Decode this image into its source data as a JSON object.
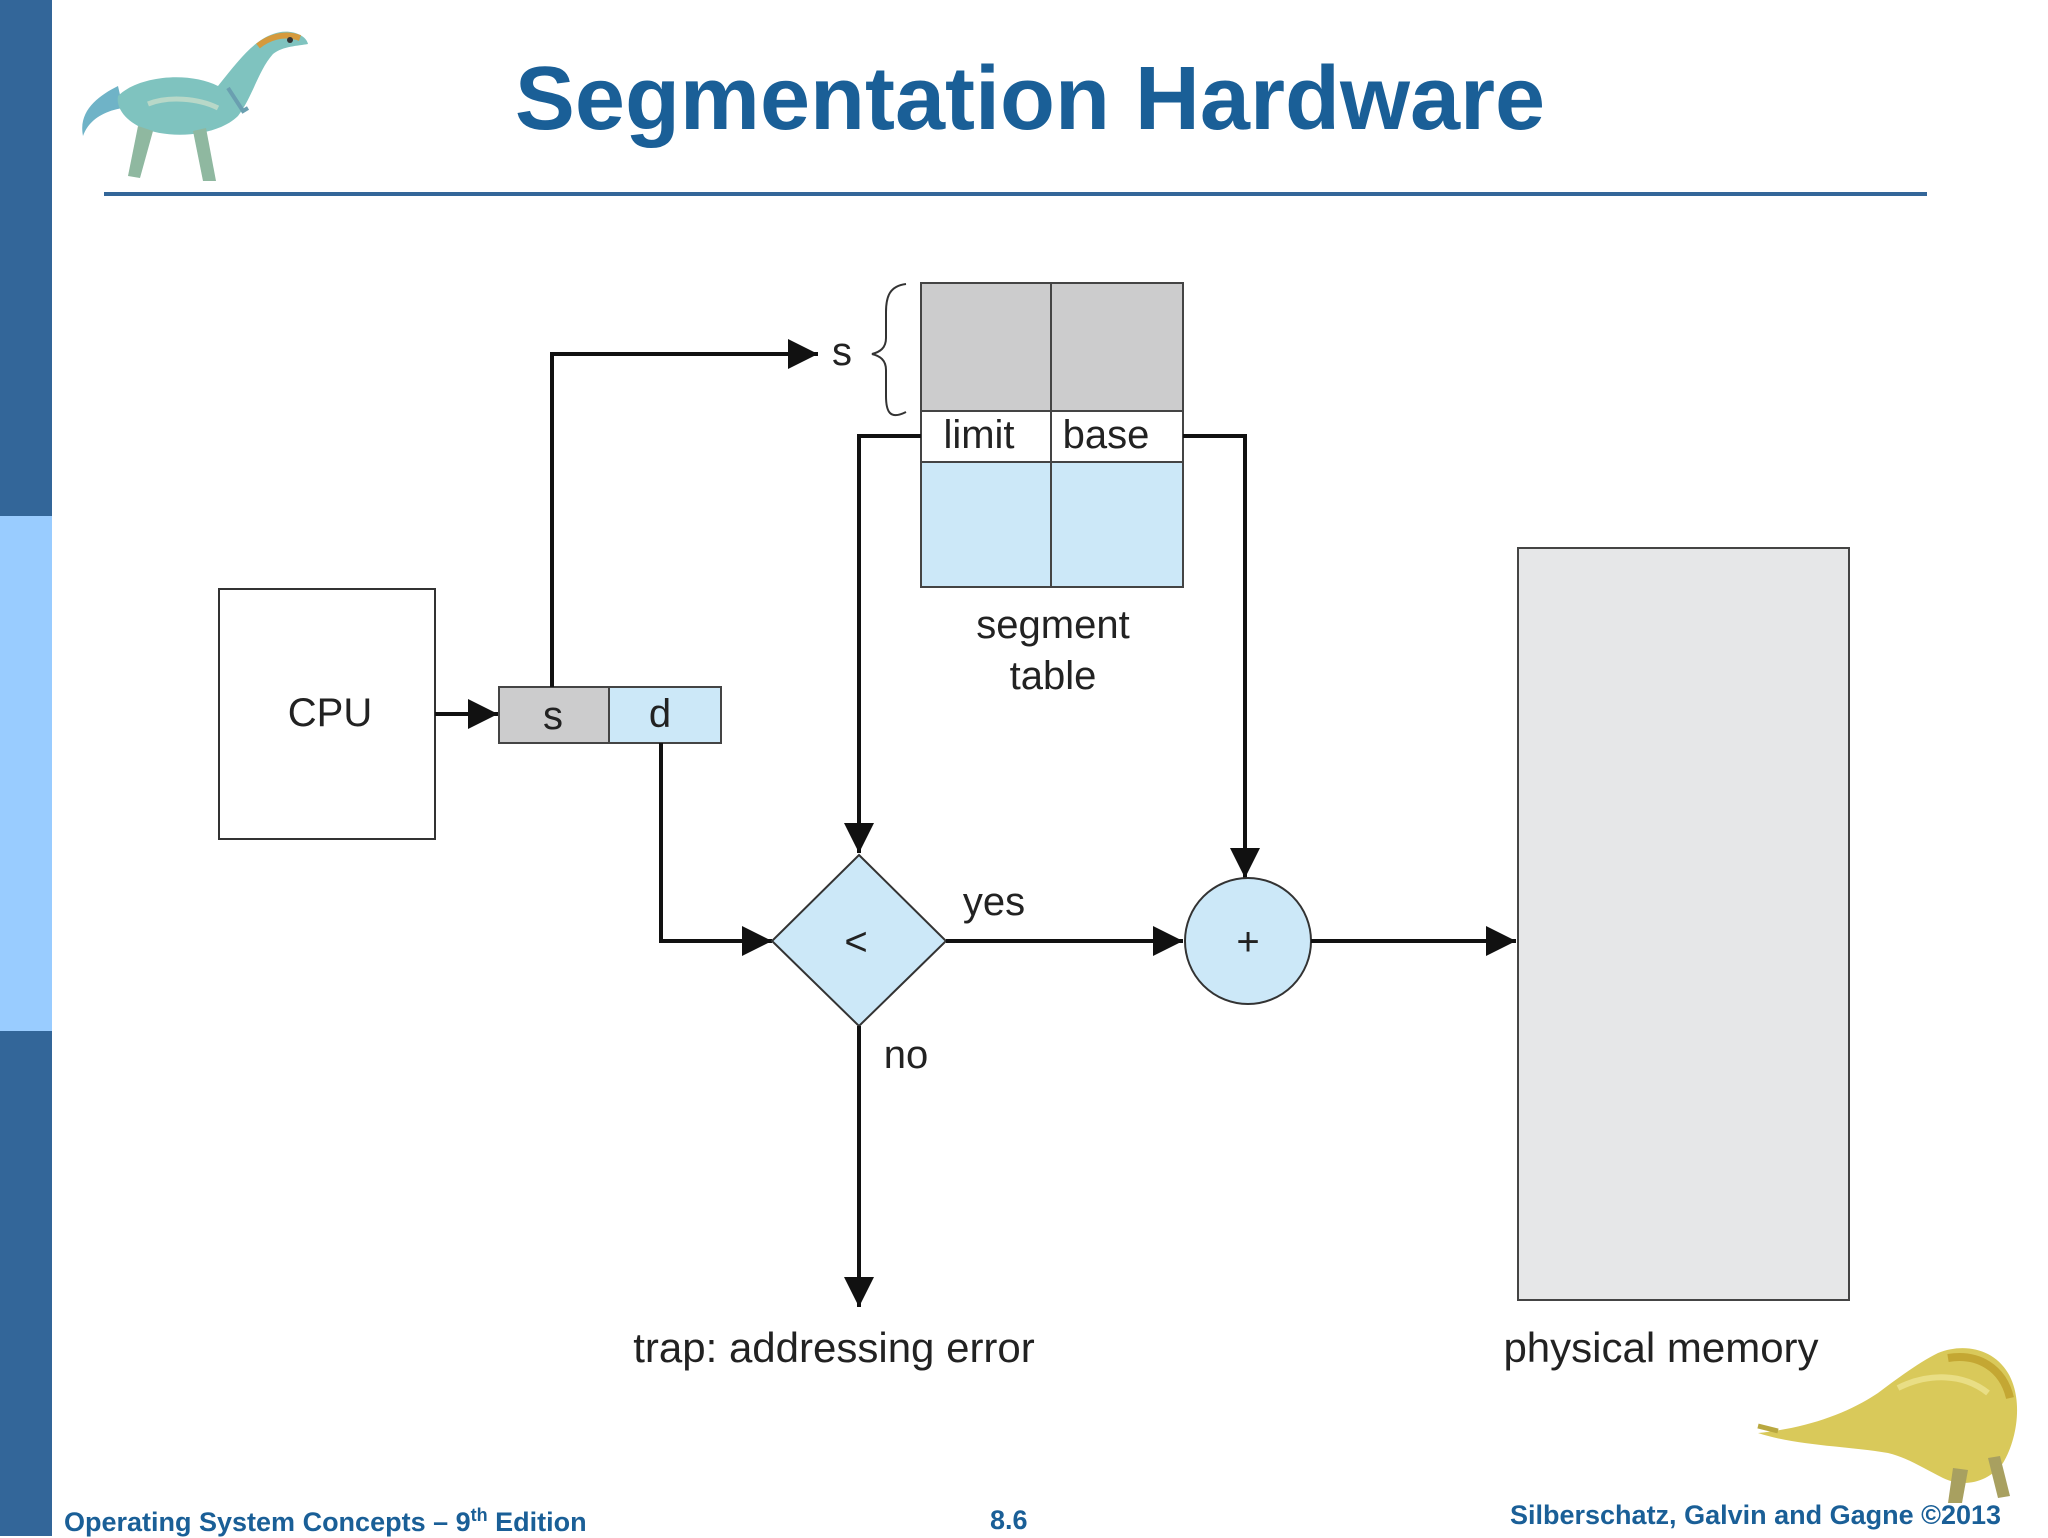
{
  "slide": {
    "title": "Segmentation Hardware",
    "colors": {
      "accent": "#1a5f97",
      "sidebar_dark": "#336699",
      "sidebar_light": "#99ccff",
      "shaded_gray": "#cccccd",
      "shaded_blue": "#cce8f8"
    }
  },
  "diagram": {
    "cpu_label": "CPU",
    "address_s": "s",
    "address_d": "d",
    "selector_s": "s",
    "limit_label": "limit",
    "base_label": "base",
    "segment_table_line1": "segment",
    "segment_table_line2": "table",
    "compare_symbol": "<",
    "add_symbol": "+",
    "yes_label": "yes",
    "no_label": "no",
    "trap_label": "trap: addressing error",
    "memory_label": "physical memory"
  },
  "footer": {
    "left_prefix": "Operating System Concepts – 9",
    "left_sup": "th",
    "left_suffix": " Edition",
    "page": "8.6",
    "right": "Silberschatz, Galvin and Gagne ©2013"
  },
  "icons": [
    "dinosaur-top-icon",
    "dinosaur-bottom-icon"
  ]
}
